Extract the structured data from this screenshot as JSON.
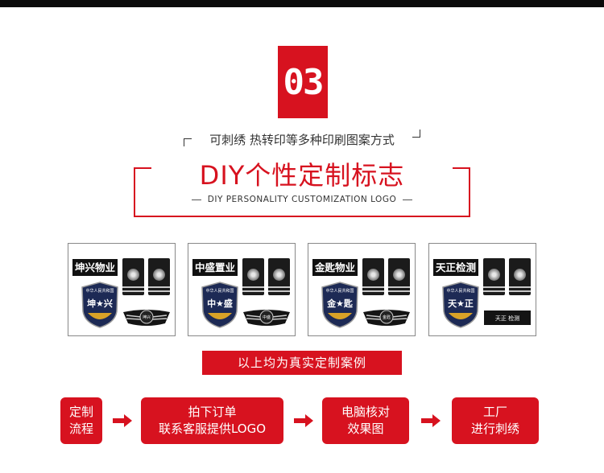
{
  "header": {
    "number": "03",
    "subtitle": "可刺绣 热转印等多种印刷图案方式",
    "title": "DIY个性定制标志",
    "title_en": "DIY PERSONALITY CUSTOMIZATION LOGO"
  },
  "cases": [
    {
      "name": "坤兴物业",
      "shield_text": "坤★兴",
      "shield_top": "中华人民共和国",
      "badge_text": "坤兴"
    },
    {
      "name": "中盛置业",
      "shield_text": "中★盛",
      "shield_top": "中华人民共和国",
      "badge_text": "中盛"
    },
    {
      "name": "金匙物业",
      "shield_text": "金★匙",
      "shield_top": "中华人民共和国",
      "badge_text": "金匙"
    },
    {
      "name": "天正检测",
      "shield_text": "天★正",
      "shield_top": "中华人民共和国",
      "badge_text": "天正 检测"
    }
  ],
  "case_label": "以上均为真实定制案例",
  "process": {
    "label_line1": "定制",
    "label_line2": "流程",
    "steps": [
      {
        "line1": "拍下订单",
        "line2": "联系客服提供LOGO"
      },
      {
        "line1": "电脑核对",
        "line2": "效果图"
      },
      {
        "line1": "工厂",
        "line2": "进行刺绣"
      }
    ]
  },
  "colors": {
    "accent": "#d7121f",
    "dark": "#111111",
    "topbar": "#0b0b0b"
  },
  "icons": [
    "right-arrow-icon",
    "shield-patch-icon",
    "wing-badge-icon",
    "epaulette-icon"
  ]
}
